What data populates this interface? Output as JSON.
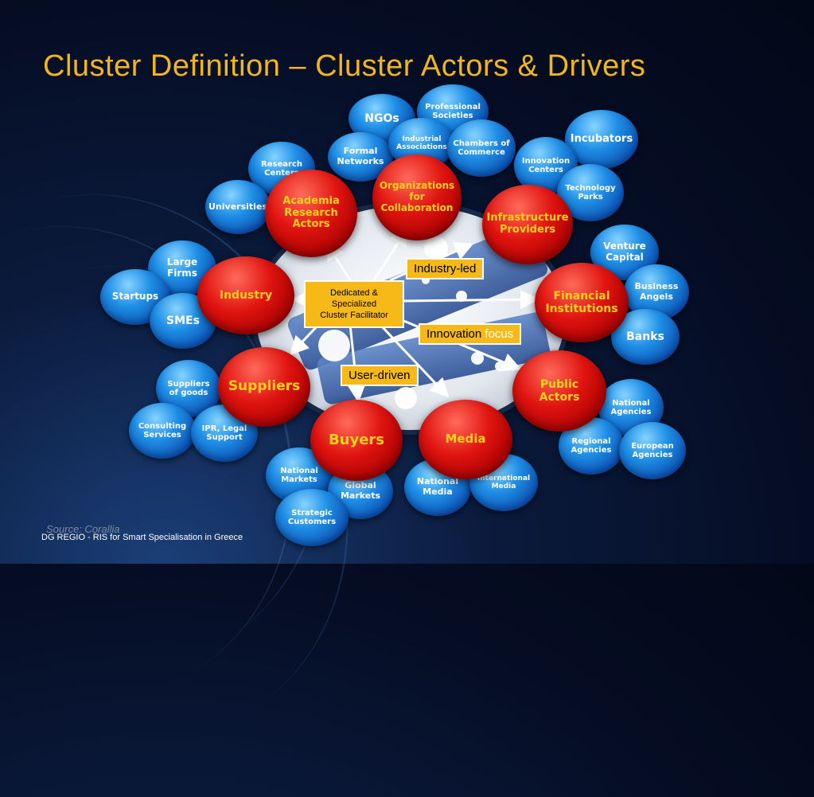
{
  "title": "Cluster Definition – Cluster Actors & Drivers",
  "center": {
    "label": "Dedicated &\nSpecialized\nCluster Facilitator"
  },
  "drivers": {
    "industry_led": "Industry-led",
    "innovation": "Innovation",
    "focus": "focus",
    "user_driven": "User-driven"
  },
  "actors": {
    "academia": "Academia\nResearch\nActors",
    "organizations": "Organizations\nfor\nCollaboration",
    "infrastructure": "Infrastructure\nProviders",
    "industry": "Industry",
    "financial": "Financial\nInstitutions",
    "suppliers": "Suppliers",
    "buyers": "Buyers",
    "media": "Media",
    "public": "Public\nActors"
  },
  "subs": {
    "ngos": "NGOs",
    "professional": "Professional\nSocieties",
    "industrial_assoc": "Industrial\nAssociations",
    "formal_networks": "Formal\nNetworks",
    "chambers": "Chambers of\nCommerce",
    "incubators": "Incubators",
    "innovation_centers": "Innovation\nCenters",
    "technology_parks": "Technology\nParks",
    "research_centers": "Research\nCenters",
    "universities": "Universities",
    "large_firms": "Large\nFirms",
    "startups": "Startups",
    "smes": "SMEs",
    "venture_capital": "Venture\nCapital",
    "business_angels": "Business\nAngels",
    "banks": "Banks",
    "suppliers_goods": "Suppliers\nof goods",
    "consulting": "Consulting\nServices",
    "ipr": "IPR, Legal\nSupport",
    "national_markets": "National\nMarkets",
    "global_markets": "Global\nMarkets",
    "strategic": "Strategic\nCustomers",
    "national_media": "National\nMedia",
    "international_media": "International\nMedia",
    "national_agencies": "National\nAgencies",
    "regional_agencies": "Regional\nAgencies",
    "european_agencies": "European\nAgencies"
  },
  "source": "Source: Corallia",
  "footer": "DG REGIO - RIS for Smart Specialisation in Greece",
  "colors": {
    "title": "#f2b51c",
    "actor_fill": "#d50f0b",
    "actor_text": "#ffd21a",
    "sub_fill": "#1a84dd",
    "tag_fill": "#f6b918"
  }
}
